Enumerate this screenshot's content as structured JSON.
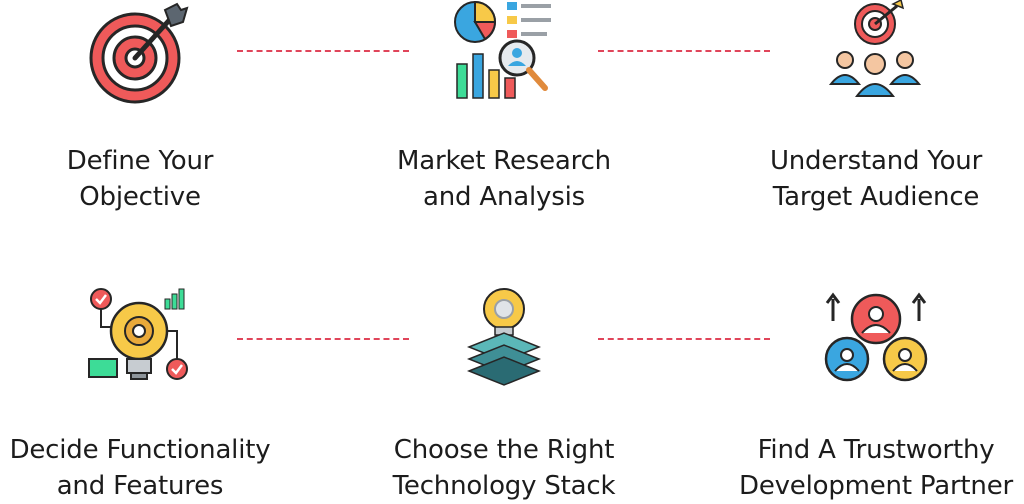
{
  "steps": [
    {
      "icon": "target-arrow-icon",
      "line1": "Define Your",
      "line2": "Objective"
    },
    {
      "icon": "market-research-chart-icon",
      "line1": "Market Research",
      "line2": "and Analysis"
    },
    {
      "icon": "target-audience-group-icon",
      "line1": "Understand Your",
      "line2": "Target Audience"
    },
    {
      "icon": "idea-bulb-gear-icon",
      "line1": "Decide Functionality",
      "line2": "and Features"
    },
    {
      "icon": "technology-stack-bulb-icon",
      "line1": "Choose the Right",
      "line2": "Technology Stack"
    },
    {
      "icon": "partner-network-icon",
      "line1": "Find A Trustworthy",
      "line2": "Development Partner"
    }
  ],
  "colors": {
    "connector": "#e0455a",
    "red": "#ef5a5a",
    "blue": "#3aa6e0",
    "yellow": "#f7c948",
    "teal": "#3f8f96",
    "dark": "#262626"
  }
}
